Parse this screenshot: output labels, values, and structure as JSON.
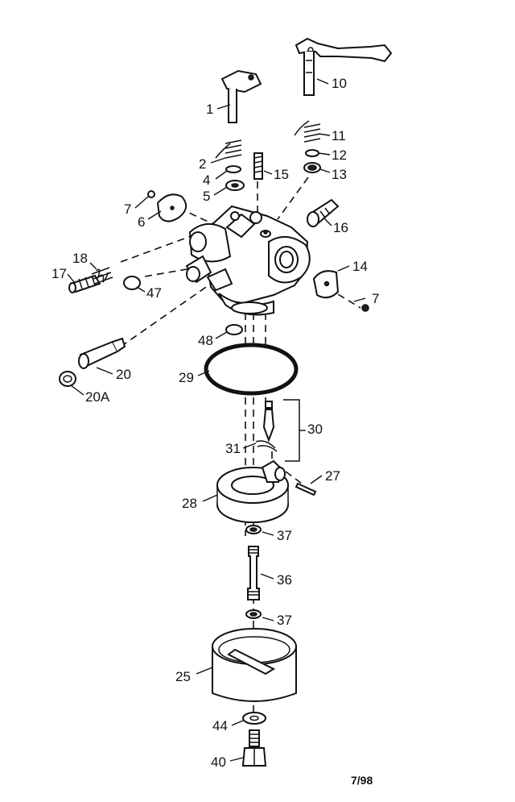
{
  "labels": {
    "p1": "1",
    "p2": "2",
    "p4": "4",
    "p5": "5",
    "p6": "6",
    "p7a": "7",
    "p7b": "7",
    "p10": "10",
    "p11": "11",
    "p12": "12",
    "p13": "13",
    "p14": "14",
    "p15": "15",
    "p16": "16",
    "p17": "17",
    "p18": "18",
    "p20": "20",
    "p20a": "20A",
    "p25": "25",
    "p27": "27",
    "p28": "28",
    "p29": "29",
    "p30": "30",
    "p31": "31",
    "p36": "36",
    "p37a": "37",
    "p37b": "37",
    "p40": "40",
    "p44": "44",
    "p47": "47",
    "p48": "48"
  },
  "footer": {
    "date_code": "7/98"
  }
}
